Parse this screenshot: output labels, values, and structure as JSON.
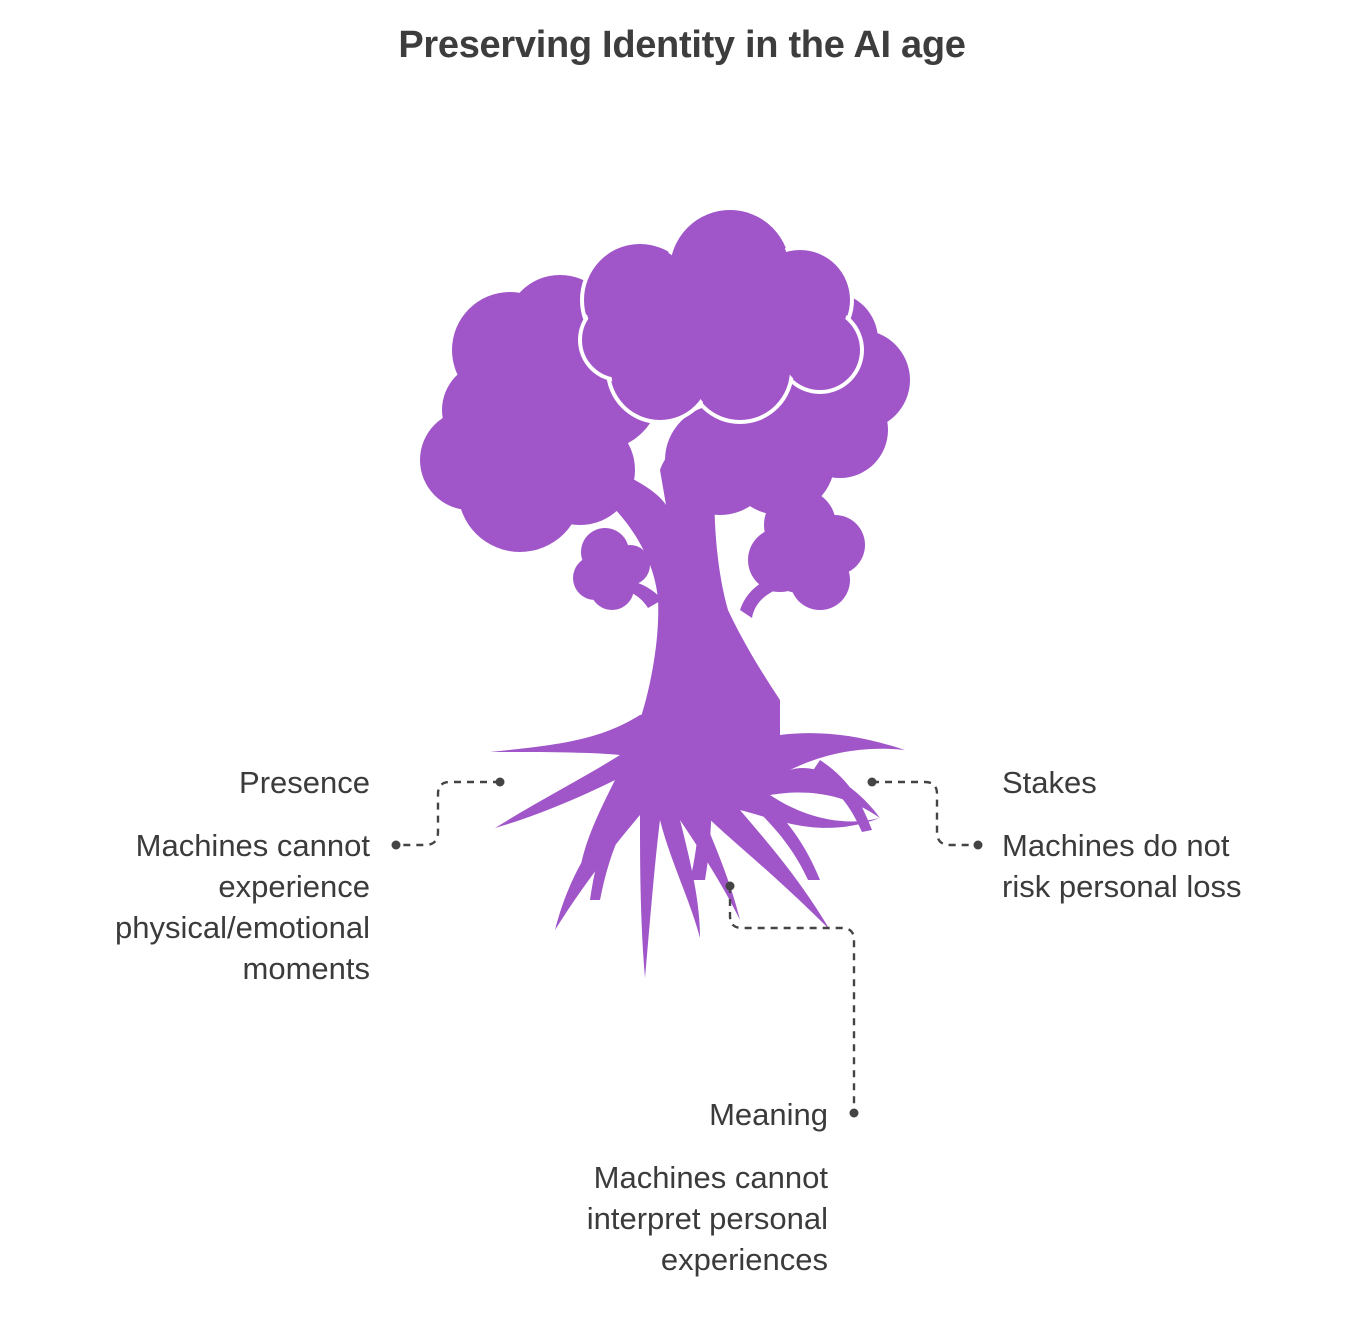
{
  "title": "Preserving Identity in the AI age",
  "colors": {
    "tree": "#a056c8",
    "text": "#3b3b3b",
    "connector": "#444444",
    "background": "#ffffff"
  },
  "tree_icon": "tree-with-roots",
  "items": [
    {
      "label": "Presence",
      "description_lines": [
        "Machines cannot",
        "experience",
        "physical/emotional",
        "moments"
      ]
    },
    {
      "label": "Stakes",
      "description_lines": [
        "Machines do not",
        "risk personal loss"
      ]
    },
    {
      "label": "Meaning",
      "description_lines": [
        "Machines cannot",
        "interpret personal",
        "experiences"
      ]
    }
  ]
}
